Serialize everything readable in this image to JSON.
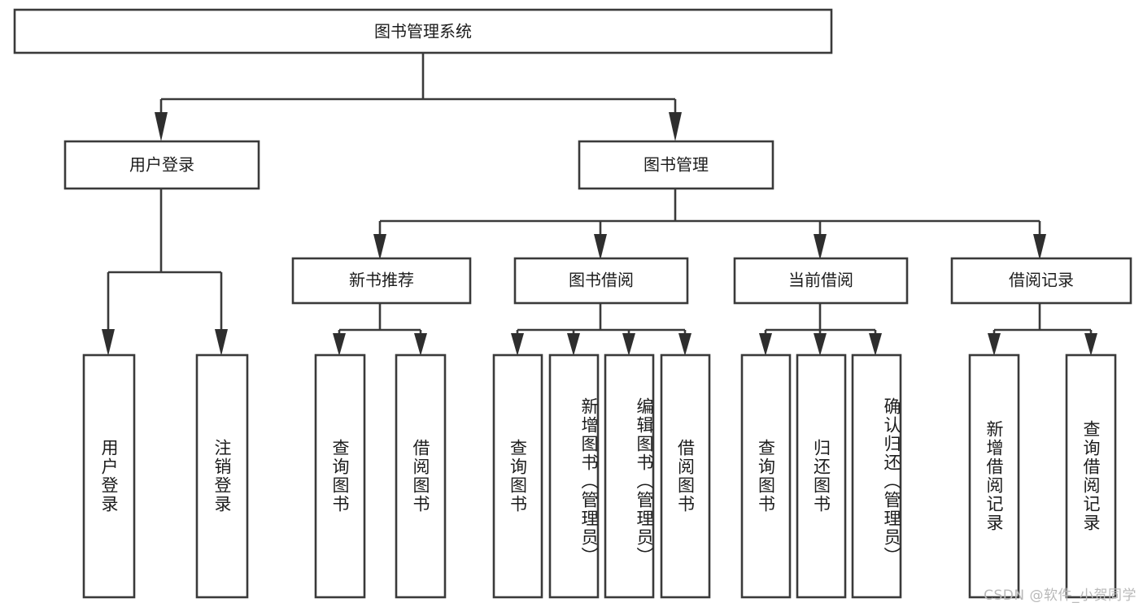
{
  "diagram": {
    "type": "tree-hierarchy",
    "title": "图书管理系统",
    "orientation": "top-down",
    "colors": {
      "box_fill": "#ffffff",
      "box_stroke": "#3a3a3a",
      "connector": "#3a3a3a",
      "text": "#1c1c1c",
      "watermark": "#b9b9b9"
    },
    "root": {
      "label": "图书管理系统"
    },
    "level2": [
      {
        "label": "用户登录"
      },
      {
        "label": "图书管理"
      }
    ],
    "level3": [
      {
        "label": "新书推荐"
      },
      {
        "label": "图书借阅"
      },
      {
        "label": "当前借阅"
      },
      {
        "label": "借阅记录"
      }
    ],
    "leaves": {
      "user_login": [
        {
          "label": "用户登录"
        },
        {
          "label": "注销登录"
        }
      ],
      "new_book_recommend": [
        {
          "label": "查询图书"
        },
        {
          "label": "借阅图书"
        }
      ],
      "book_borrow": [
        {
          "label": "查询图书"
        },
        {
          "label": "新增图书（管理员）"
        },
        {
          "label": "编辑图书（管理员）"
        },
        {
          "label": "借阅图书"
        }
      ],
      "current_borrow": [
        {
          "label": "查询图书"
        },
        {
          "label": "归还图书"
        },
        {
          "label": "确认归还（管理员）"
        }
      ],
      "borrow_record": [
        {
          "label": "新增借阅记录"
        },
        {
          "label": "查询借阅记录"
        }
      ]
    },
    "watermark": "CSDN @软件_小贺同学"
  }
}
